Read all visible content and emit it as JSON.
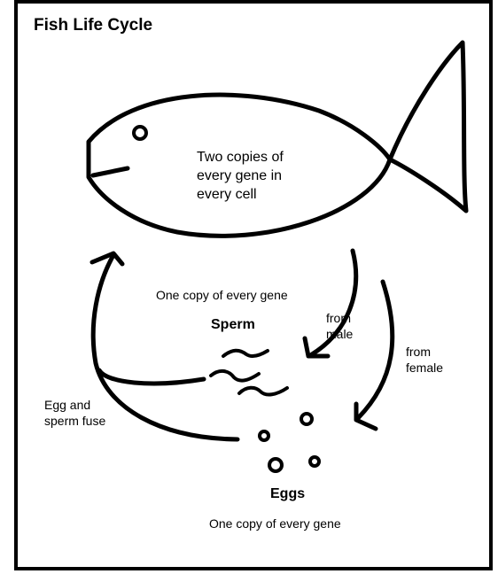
{
  "title": "Fish Life Cycle",
  "fish_text": [
    "Two copies of",
    "every gene in",
    "every cell"
  ],
  "sperm_gene_text": "One copy of every gene",
  "sperm_label": "Sperm",
  "from_male": [
    "from",
    "male"
  ],
  "from_female": [
    "from",
    "female"
  ],
  "fuse_text": [
    "Egg and",
    "sperm fuse"
  ],
  "eggs_label": "Eggs",
  "eggs_gene_text": "One copy of every gene",
  "colors": {
    "line": "#000000",
    "background": "#ffffff"
  }
}
